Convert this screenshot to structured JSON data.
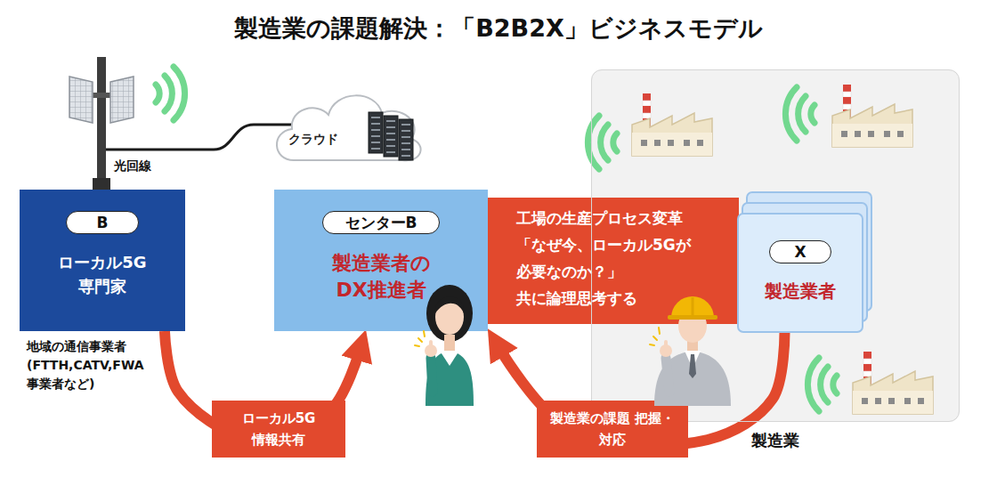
{
  "diagram": {
    "title": "製造業の課題解決：「B2B2X」ビジネスモデル",
    "nodes": [
      {
        "text": [
          "クラウド"
        ]
      },
      {
        "text": [
          "B",
          "ローカル5G 専門家"
        ]
      },
      {
        "text": [
          "センターB",
          "製造業者の DX推進者"
        ]
      },
      {
        "text": [
          "工場の生産プロセス変革 「なぜ今、ローカル5Gが 必要なのか？」 共に論理思考する"
        ]
      },
      {
        "text": [
          "製造業"
        ]
      },
      {
        "text": [
          "X",
          "製造業者"
        ],
        "in": 4
      }
    ],
    "edges": [
      {
        "from": 1,
        "to": 2,
        "label": "ローカル5G 情報共有",
        "arrow": "to"
      },
      {
        "from": 5,
        "to": 2,
        "label": "製造業の課題 把握・対応",
        "arrow": "to"
      }
    ],
    "labels": [
      "光回線",
      "地域の通信事業者 (FTTH,CATV,FWA 事業者など)"
    ]
  }
}
